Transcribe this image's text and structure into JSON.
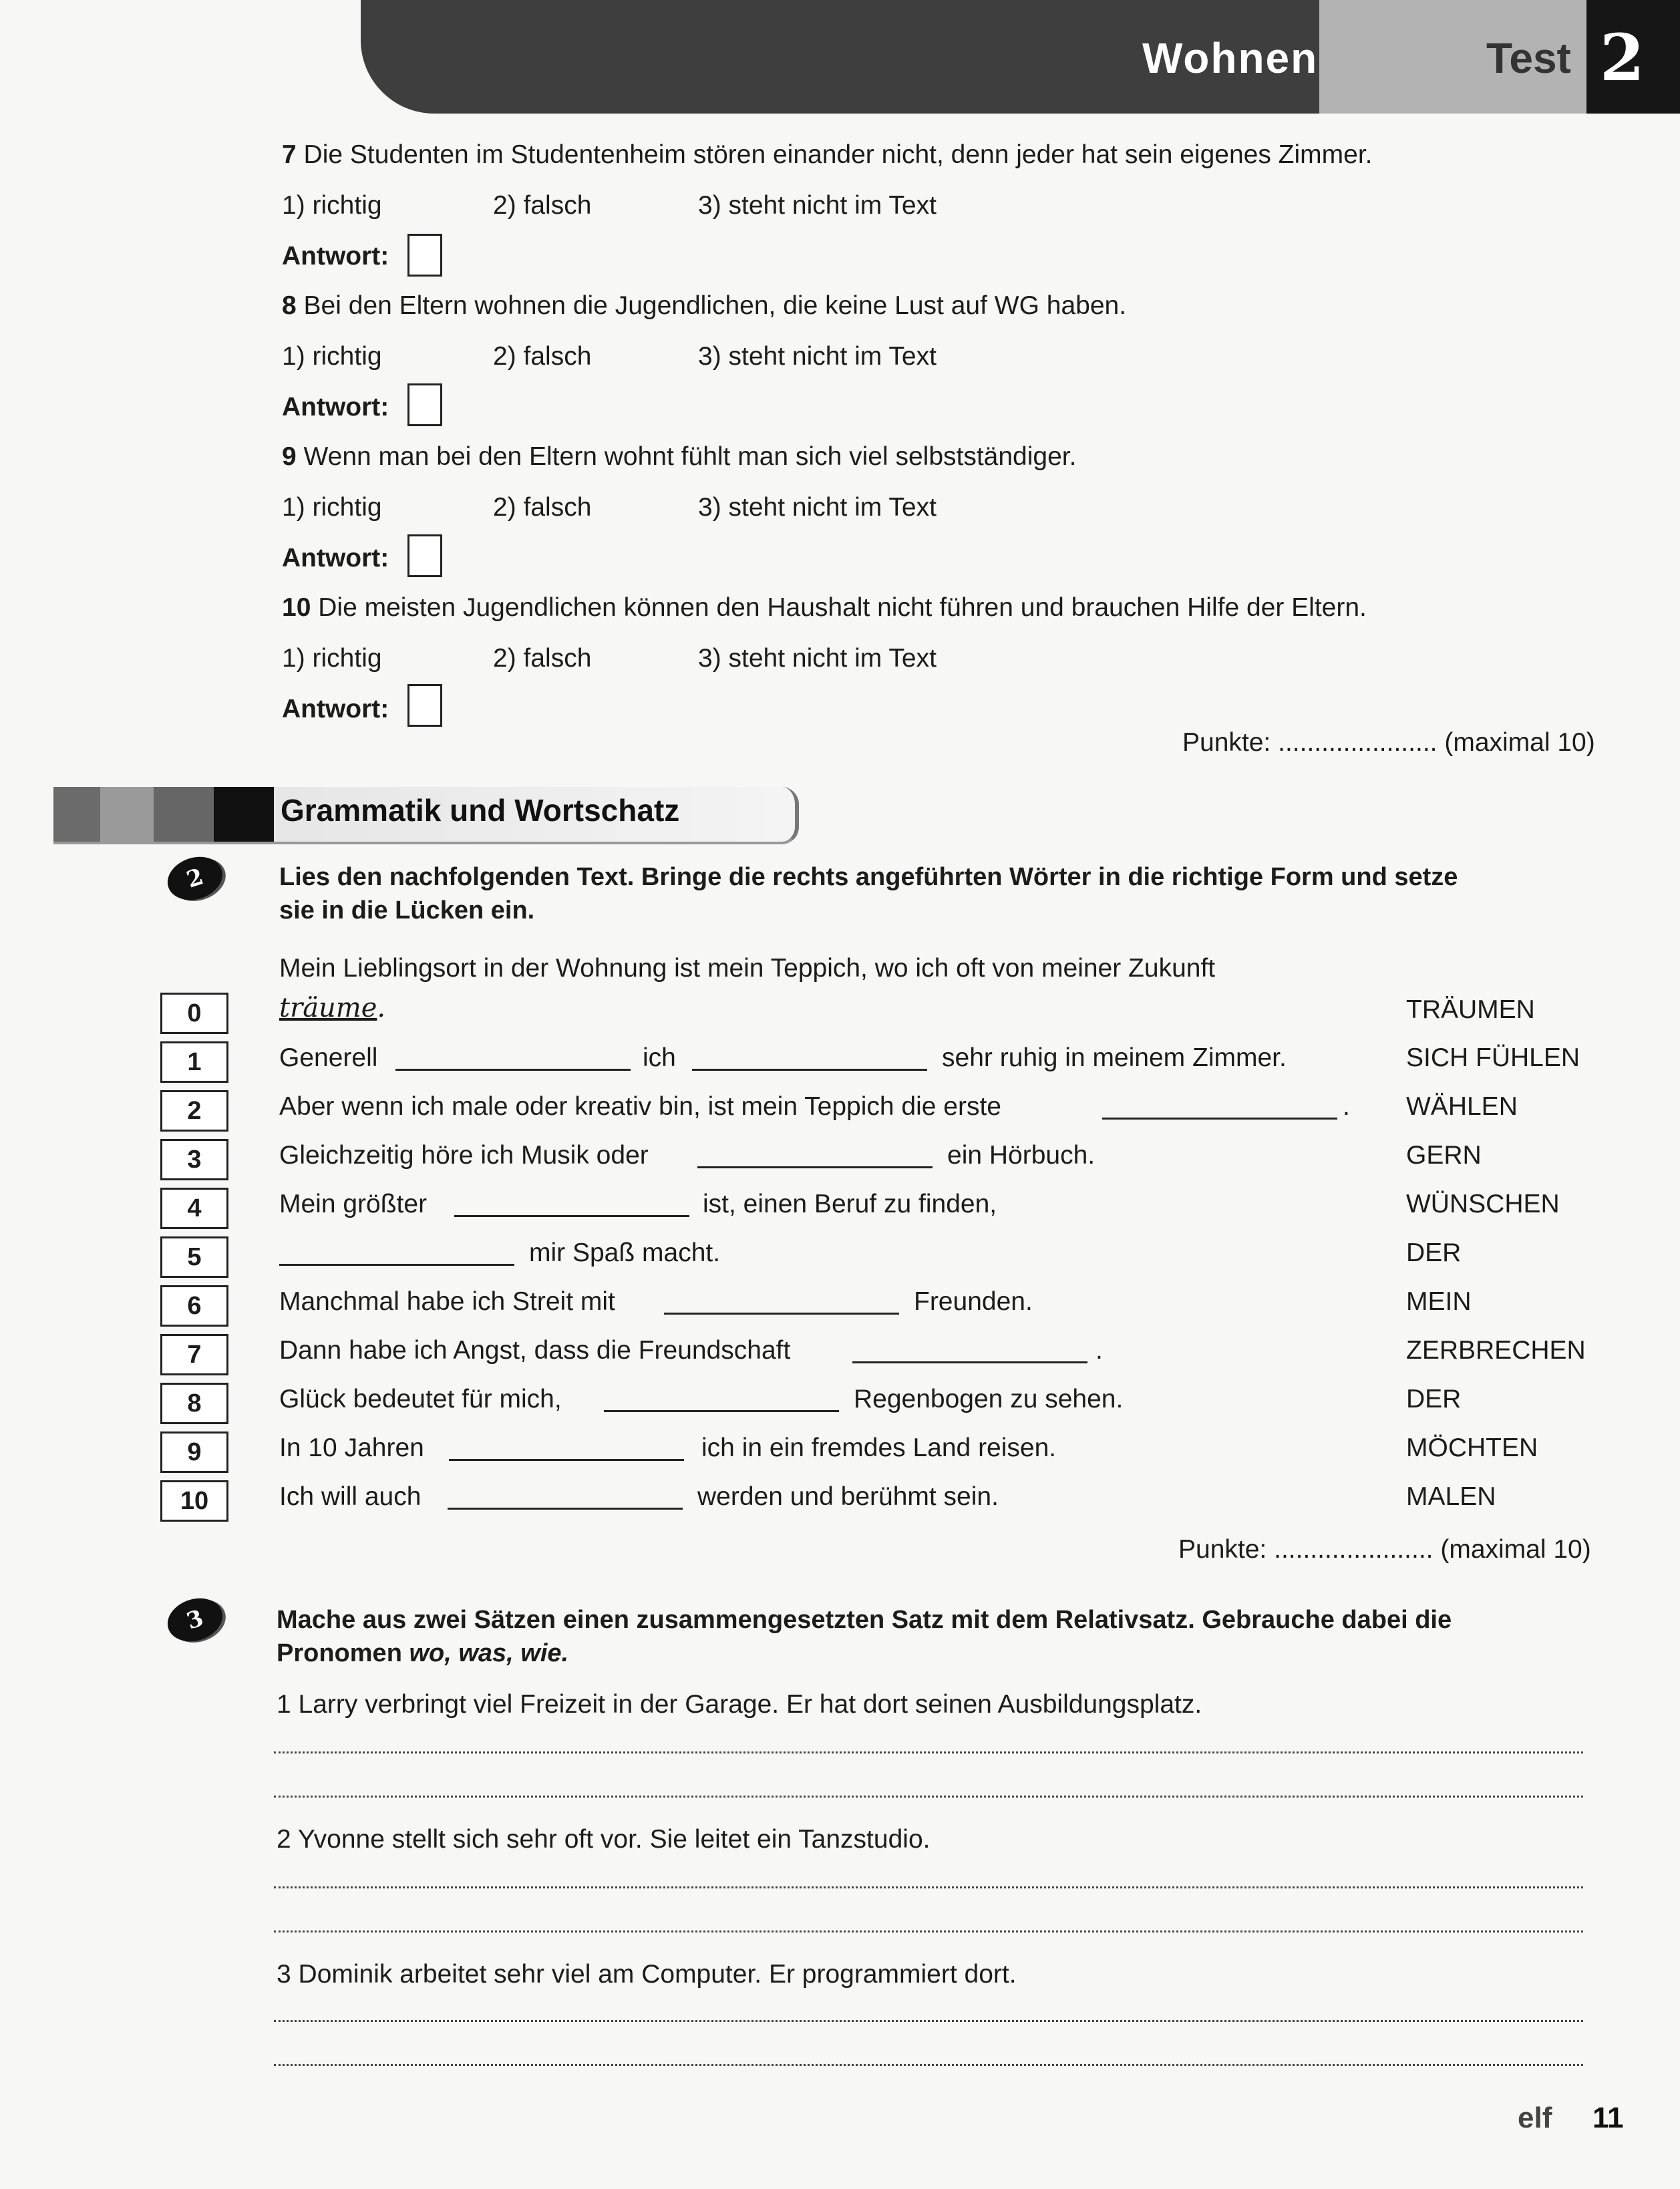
{
  "header": {
    "title": "Wohnen",
    "test_label": "Test",
    "test_number": "2"
  },
  "questions": [
    {
      "number": "7",
      "text": "Die Studenten im Studentenheim stören einander nicht, denn jeder hat sein eigenes Zimmer."
    },
    {
      "number": "8",
      "text": "Bei den Eltern wohnen die Jugendlichen, die keine Lust auf WG haben."
    },
    {
      "number": "9",
      "text": "Wenn man bei den Eltern wohnt fühlt man sich viel selbstständiger."
    },
    {
      "number": "10",
      "text": "Die meisten Jugendlichen können den Haushalt nicht führen und brauchen Hilfe der Eltern."
    }
  ],
  "options": {
    "a": "1) richtig",
    "b": "2) falsch",
    "c": "3) steht nicht im Text"
  },
  "answer_label": "Antwort:",
  "points": {
    "label": "Punkte:",
    "dots": "......................",
    "max": "(maximal 10)"
  },
  "section_title": "Grammatik und Wortschatz",
  "task2": {
    "number": "2",
    "instruction_1": "Lies den nachfolgenden Text. Bringe die rechts angeführten Wörter in die richtige Form und setze",
    "instruction_2": "sie in die Lücken ein.",
    "intro": "Mein Lieblingsort in der Wohnung ist mein Teppich, wo ich oft von meiner Zukunft",
    "example_answer": "träume",
    "example_dot": ".",
    "row_numbers": [
      "0",
      "1",
      "2",
      "3",
      "4",
      "5",
      "6",
      "7",
      "8",
      "9",
      "10"
    ],
    "lines": {
      "l1a": "Generell",
      "l1b": "ich",
      "l1c": "sehr ruhig in meinem Zimmer.",
      "l2a": "Aber wenn ich male oder kreativ bin, ist mein Teppich die erste",
      "l2b": ".",
      "l3a": "Gleichzeitig höre ich Musik oder",
      "l3b": "ein Hörbuch.",
      "l4a": "Mein größter",
      "l4b": "ist, einen Beruf zu finden,",
      "l5a": "mir Spaß macht.",
      "l6a": "Manchmal habe ich Streit mit",
      "l6b": "Freunden.",
      "l7a": "Dann habe ich Angst, dass die Freundschaft",
      "l7b": ".",
      "l8a": "Glück bedeutet für mich,",
      "l8b": "Regenbogen zu sehen.",
      "l9a": "In 10 Jahren",
      "l9b": "ich in ein fremdes Land reisen.",
      "l10a": "Ich will auch",
      "l10b": "werden und berühmt sein."
    },
    "words": [
      "TRÄUMEN",
      "SICH FÜHLEN",
      "WÄHLEN",
      "GERN",
      "WÜNSCHEN",
      "DER",
      "MEIN",
      "ZERBRECHEN",
      "DER",
      "MÖCHTEN",
      "MALEN"
    ]
  },
  "task3": {
    "number": "3",
    "instruction_1": "Mache aus zwei Sätzen einen zusammengesetzten Satz mit dem Relativsatz. Gebrauche dabei die",
    "instruction_2a": "Pronomen",
    "instruction_2b": "wo, was, wie.",
    "items": [
      "1 Larry verbringt viel Freizeit in der Garage. Er hat dort seinen Ausbildungsplatz.",
      "2 Yvonne stellt sich sehr oft vor. Sie leitet ein Tanzstudio.",
      "3 Dominik arbeitet sehr viel am Computer. Er programmiert dort."
    ]
  },
  "footer": {
    "page_word": "elf",
    "page_number": "11"
  }
}
